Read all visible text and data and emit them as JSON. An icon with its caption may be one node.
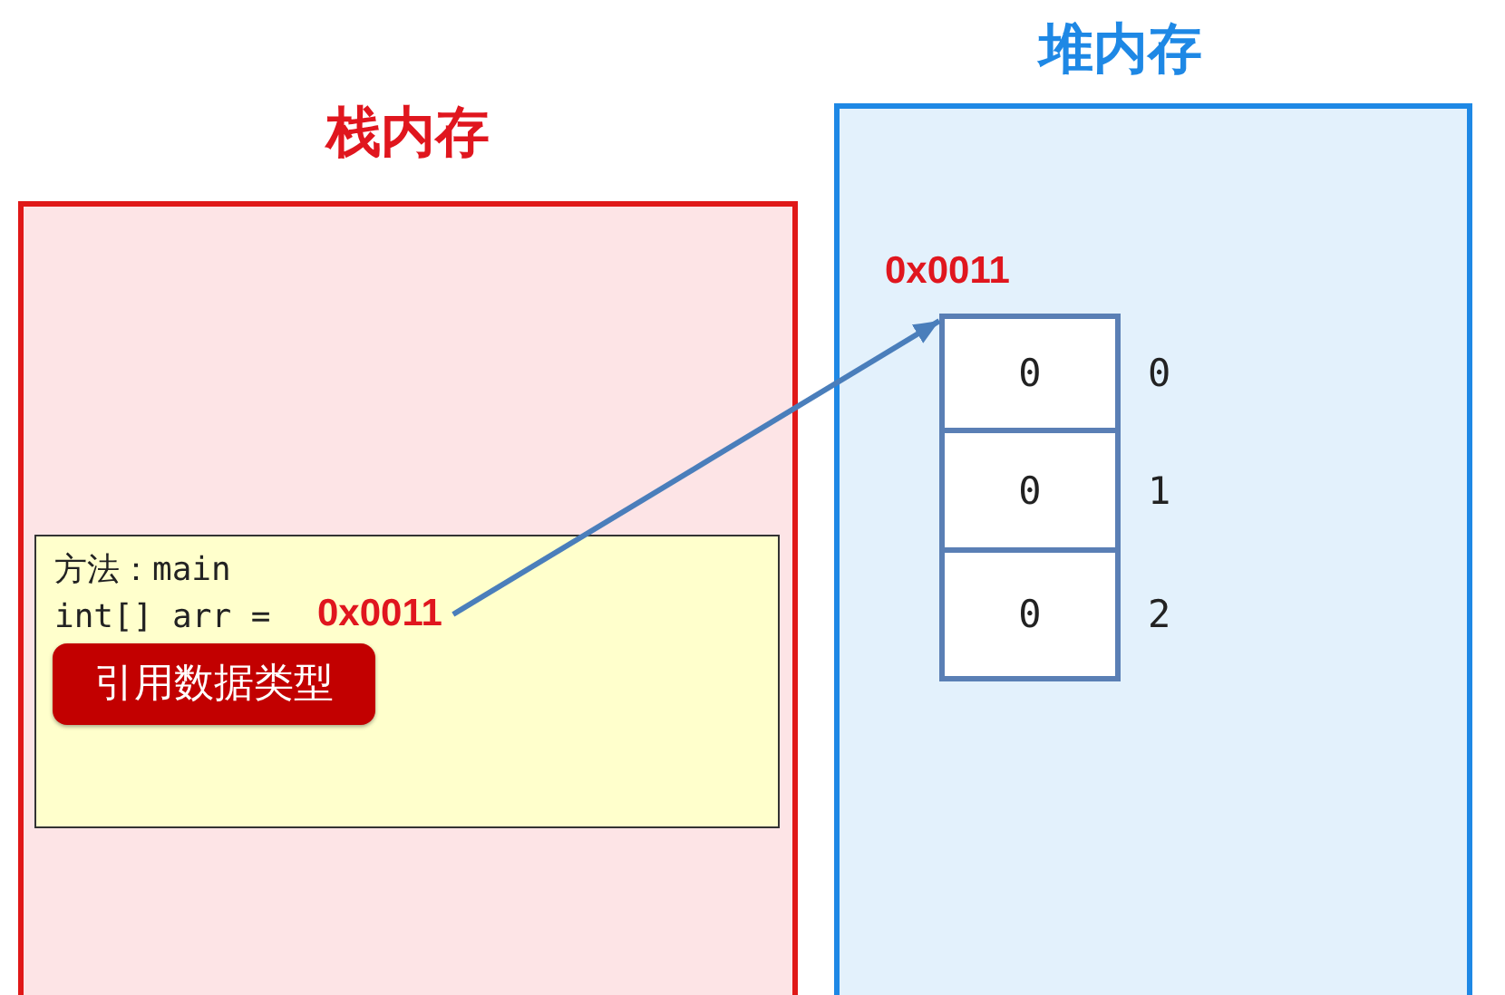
{
  "diagram": {
    "nodes": [
      {
        "text": [
          "栈内存"
        ]
      },
      {
        "text": [
          "堆内存"
        ]
      },
      {
        "text": [
          "方法：main",
          "int[] arr ="
        ],
        "in": 0
      },
      {
        "text": [
          "0x0011"
        ],
        "in": 2
      },
      {
        "text": [
          "引用数据类型"
        ],
        "in": 2
      },
      {
        "text": [
          "0x0011"
        ],
        "in": 1
      },
      {
        "text": [
          "0"
        ],
        "beside": [
          "0"
        ],
        "in": 5
      },
      {
        "text": [
          "0"
        ],
        "beside": [
          "1"
        ],
        "in": 5
      },
      {
        "text": [
          "0"
        ],
        "beside": [
          "2"
        ],
        "in": 5
      }
    ],
    "edges": [
      {
        "from": 3,
        "to": 5,
        "arrow": "to"
      }
    ]
  }
}
